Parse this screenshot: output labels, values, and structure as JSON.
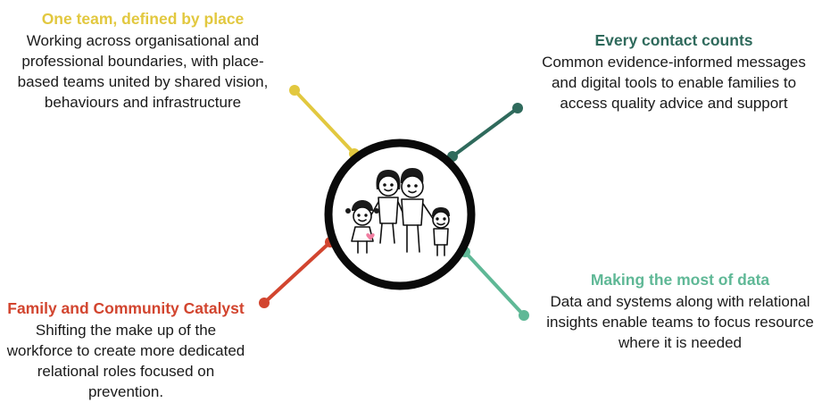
{
  "colors": {
    "yellow": "#e2c83f",
    "dark_green": "#2f6a5c",
    "red": "#d2452f",
    "mint": "#5fb896",
    "ring": "#0a0a0a"
  },
  "blocks": {
    "top_left": {
      "title": "One team, defined by place",
      "lines": [
        "Working across organisational and",
        "professional boundaries, with place-",
        "based teams united by shared vision,",
        "behaviours and infrastructure"
      ]
    },
    "top_right": {
      "title": "Every contact counts",
      "lines": [
        "Common evidence-informed messages",
        "and digital tools to enable families to",
        "access quality advice and support"
      ]
    },
    "bottom_left": {
      "title": "Family and Community Catalyst",
      "lines": [
        "Shifting the make up of the",
        "workforce to create more dedicated",
        "relational roles focused on",
        "prevention."
      ]
    },
    "bottom_right": {
      "title": "Making the most of data",
      "lines": [
        "Data and systems along with relational",
        "insights enable teams to focus resource",
        "where it is needed"
      ]
    }
  },
  "center": {
    "image": "family-illustration"
  }
}
